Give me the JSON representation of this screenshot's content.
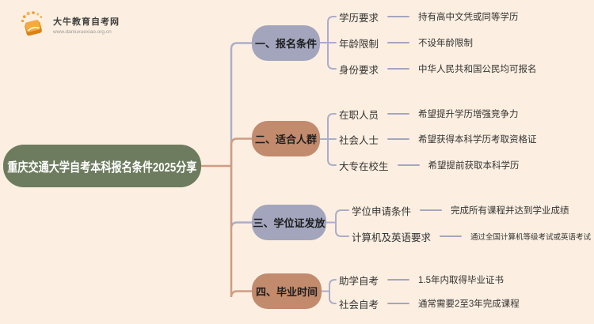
{
  "logo": {
    "site_name": "大牛教育自考网",
    "site_url": "www.daniuxuexiao.org.cn"
  },
  "main_topic": "重庆交通大学自考本科报名条件2025分享",
  "branches": [
    {
      "label": "一、报名条件",
      "color": "#a2a5bc",
      "items": [
        {
          "label": "学历要求",
          "value": "持有高中文凭或同等学历"
        },
        {
          "label": "年龄限制",
          "value": "不设年龄限制"
        },
        {
          "label": "身份要求",
          "value": "中华人民共和国公民均可报名"
        }
      ]
    },
    {
      "label": "二、适合人群",
      "color": "#c28b6e",
      "items": [
        {
          "label": "在职人员",
          "value": "希望提升学历增强竞争力"
        },
        {
          "label": "社会人士",
          "value": "希望获得本科学历考取资格证"
        },
        {
          "label": "大专在校生",
          "value": "希望提前获取本科学历"
        }
      ]
    },
    {
      "label": "三、学位证发放",
      "color": "#a2a5bc",
      "items": [
        {
          "label": "学位申请条件",
          "value": "完成所有课程并达到学业成绩"
        },
        {
          "label": "计算机及英语要求",
          "value": "通过全国计算机等级考试或英语考试"
        }
      ]
    },
    {
      "label": "四、毕业时间",
      "color": "#c28b6e",
      "items": [
        {
          "label": "助学自考",
          "value": "1.5年内取得毕业证书"
        },
        {
          "label": "社会自考",
          "value": "通常需要2至3年完成课程"
        }
      ]
    }
  ],
  "colors": {
    "background": "#fcefe1",
    "main_node": "#6d7c5e",
    "branch_lavender": "#a2a5bc",
    "branch_tan": "#c28b6e",
    "line_lavender": "#abadca",
    "line_salmon": "#cf9c82",
    "logo_orange": "#f2a13a"
  }
}
